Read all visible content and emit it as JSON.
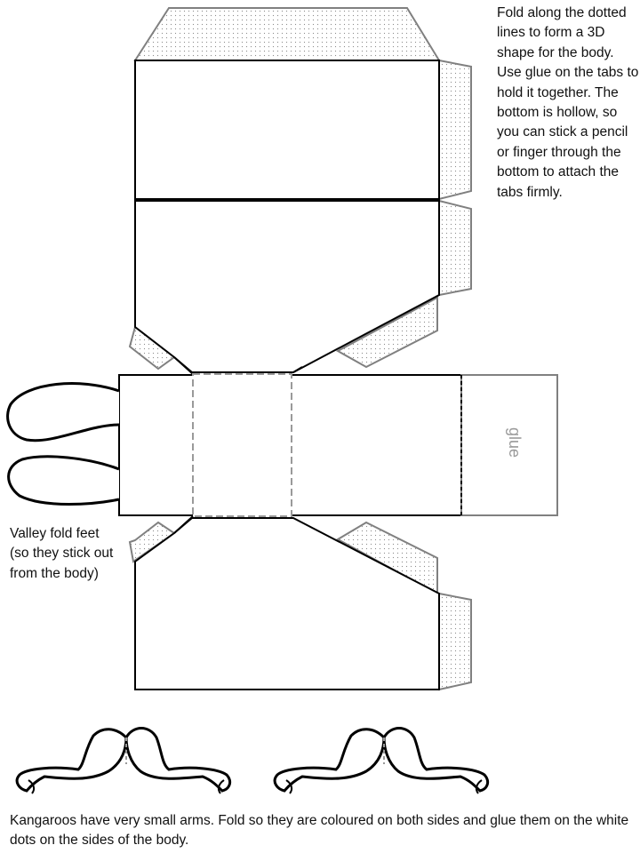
{
  "instructions": {
    "fold_note": "Fold along the dotted lines to form a 3D shape for the body.  Use glue on the tabs to hold it together.  The bottom is hollow, so you can stick a pencil or finger through the bottom to attach the tabs firmly.",
    "feet_note": "Valley fold feet (so they stick out from the body)",
    "arms_note": "Kangaroos have very small arms.  Fold so they are coloured on both sides and glue them on the white dots on the sides of the body."
  },
  "glue_tab": {
    "label": "glue"
  },
  "colors": {
    "outline": "#000000",
    "tab_outline": "#808080",
    "tab_fill": "#ffffff",
    "dot_pattern": "#8a8a8a",
    "fold_line": "#000000"
  }
}
